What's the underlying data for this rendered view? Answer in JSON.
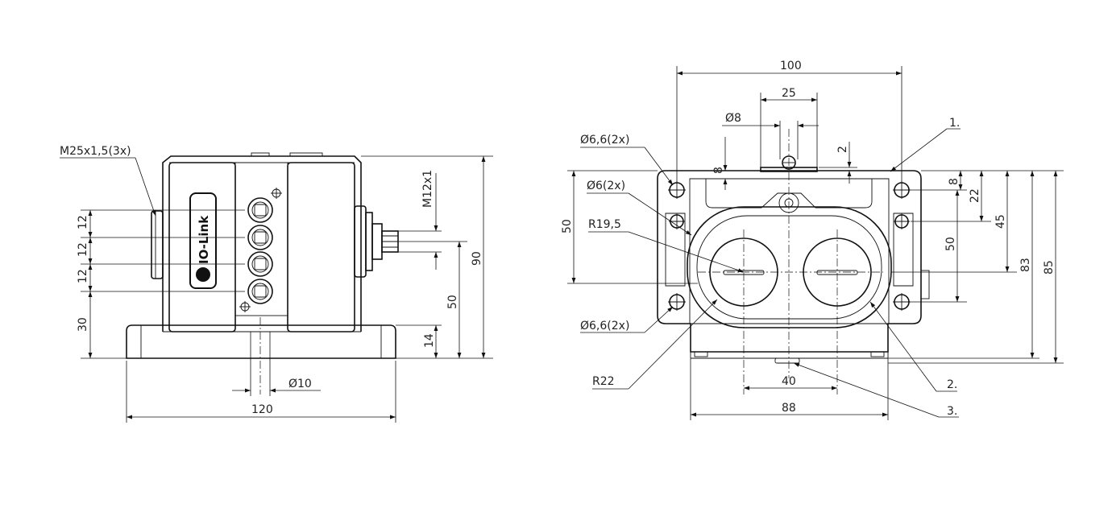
{
  "left_view": {
    "thread_label": "M25x1,5(3x)",
    "connector_label": "M12x1",
    "logo_text": "IO-Link",
    "dim_12a": "12",
    "dim_12b": "12",
    "dim_12c": "12",
    "dim_30": "30",
    "dim_14": "14",
    "dim_50": "50",
    "dim_90": "90",
    "dim_120": "120",
    "dim_dia10": "Ø10"
  },
  "right_view": {
    "dim_100": "100",
    "dim_25": "25",
    "dim_dia8": "Ø8",
    "dim_2": "2",
    "dim_8_top": "8",
    "dim_8_right": "8",
    "dim_dia66_top": "Ø6,6(2x)",
    "dim_dia6": "Ø6(2x)",
    "dim_50_left": "50",
    "dim_r195": "R19,5",
    "dim_dia66_bottom": "Ø6,6(2x)",
    "dim_r22": "R22",
    "dim_40": "40",
    "dim_88": "88",
    "dim_22": "22",
    "dim_45": "45",
    "dim_50_right": "50",
    "dim_83": "83",
    "dim_85": "85",
    "callout_1": "1.",
    "callout_2": "2.",
    "callout_3": "3."
  }
}
